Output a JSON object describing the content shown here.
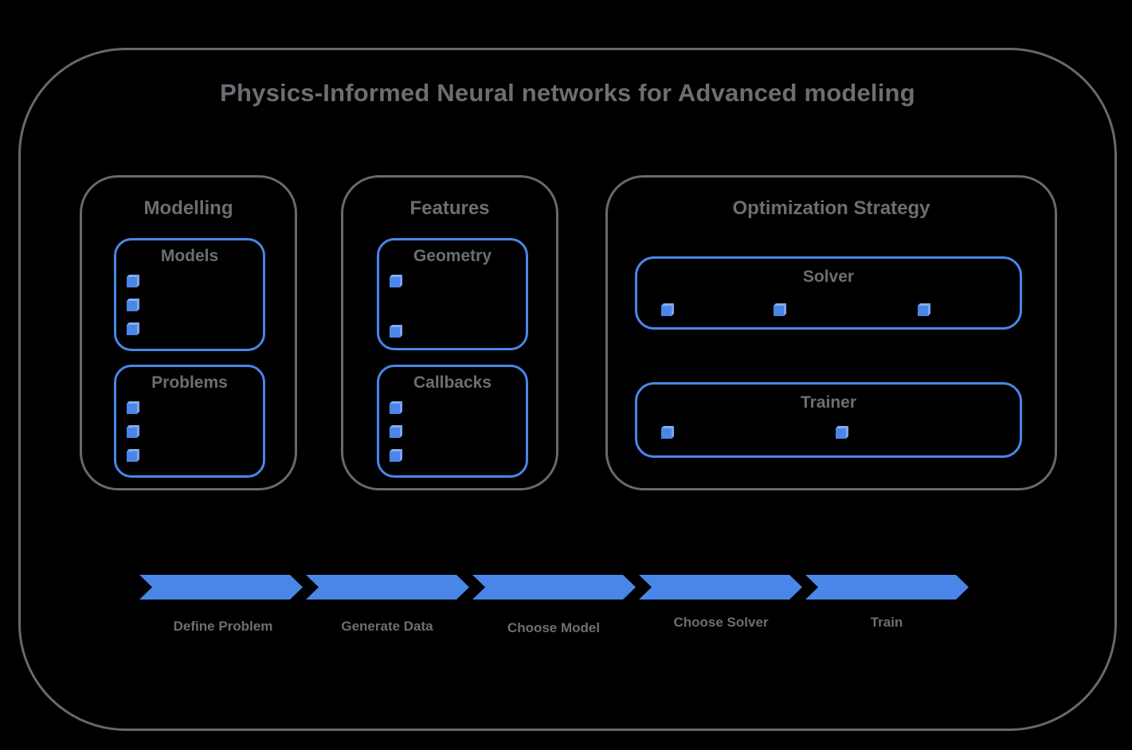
{
  "title": "Physics-Informed Neural networks for Advanced modeling",
  "colors": {
    "accent_blue": "#4a86e8",
    "cube_top_blue": "#85acf3",
    "cube_side_blue": "#7da6f0",
    "frame_gray": "#67696c",
    "text_gray": "#6b6f73",
    "background": "#000000"
  },
  "sections": [
    {
      "label": "Modelling",
      "groups": [
        {
          "label": "Models",
          "item_count": 3
        },
        {
          "label": "Problems",
          "item_count": 3
        }
      ]
    },
    {
      "label": "Features",
      "groups": [
        {
          "label": "Geometry",
          "item_count": 2
        },
        {
          "label": "Callbacks",
          "item_count": 3
        }
      ]
    },
    {
      "label": "Optimization Strategy",
      "groups": [
        {
          "label": "Solver",
          "item_count": 3
        },
        {
          "label": "Trainer",
          "item_count": 2
        }
      ]
    }
  ],
  "pipeline": [
    {
      "label": "Define Problem"
    },
    {
      "label": "Generate Data"
    },
    {
      "label": "Choose Model"
    },
    {
      "label": "Choose Solver"
    },
    {
      "label": "Train"
    }
  ]
}
